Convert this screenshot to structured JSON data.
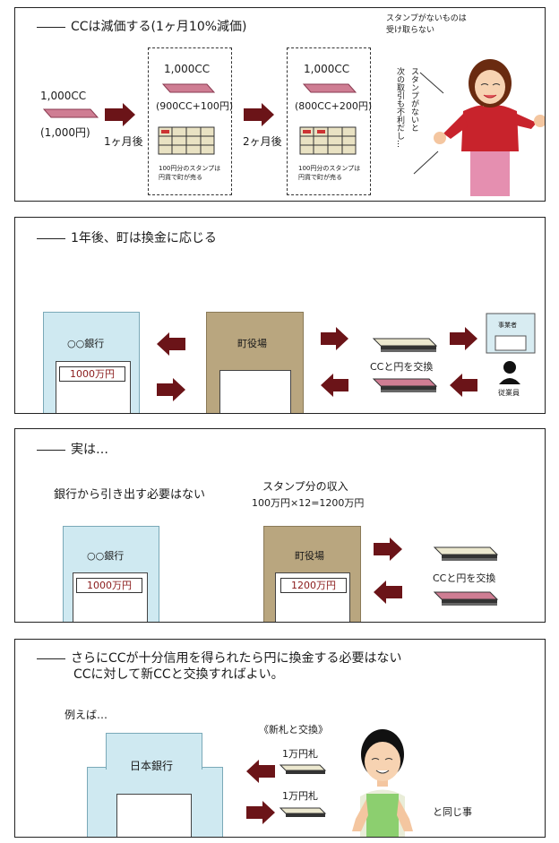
{
  "p1": {
    "title": "CCは減価する(1ヶ月10%減価)",
    "left_amount": "1,000CC",
    "left_yen": "(1,000円)",
    "after1": "1ヶ月後",
    "after2": "2ヶ月後",
    "box1_amount": "1,000CC",
    "box1_breakdown": "(900CC+100円)",
    "box1_note1": "100円分のスタンプは",
    "box1_note2": "円貨で町が売る",
    "box2_amount": "1,000CC",
    "box2_breakdown": "(800CC+200円)",
    "box2_note1": "100円分のスタンプは",
    "box2_note2": "円貨で町が売る",
    "bubble1a": "スタンプがないものは",
    "bubble1b": "受け取らない",
    "bubble2a": "スタンプがないと",
    "bubble2b": "次の取引も不利だし…"
  },
  "p2": {
    "title": "1年後、町は換金に応じる",
    "bank_name": "○○銀行",
    "bank_value": "1000万円",
    "hall_name": "町役場",
    "exchange": "CCと円を交換",
    "biz": "事業者",
    "employee": "従業員"
  },
  "p3": {
    "title": "実は…",
    "no_withdraw": "銀行から引き出す必要はない",
    "stamp_income": "スタンプ分の収入",
    "stamp_calc": "100万円×12=1200万円",
    "bank_name": "○○銀行",
    "bank_value": "1000万円",
    "hall_name": "町役場",
    "hall_value": "1200万円",
    "exchange": "CCと円を交換"
  },
  "p4": {
    "title1": "さらにCCが十分信用を得られたら円に換金する必要はない",
    "title2": "CCに対して新CCと交換すればよい。",
    "example": "例えば…",
    "new_bill": "《新札と交換》",
    "bank_name": "日本銀行",
    "bill1": "1万円札",
    "bill2": "1万円札",
    "same": "と同じ事"
  },
  "colors": {
    "arrow": "#6b1418",
    "card_pink": "#cf7d93",
    "bank_blue": "#cfe9f1",
    "hall_tan": "#b9a67f"
  }
}
